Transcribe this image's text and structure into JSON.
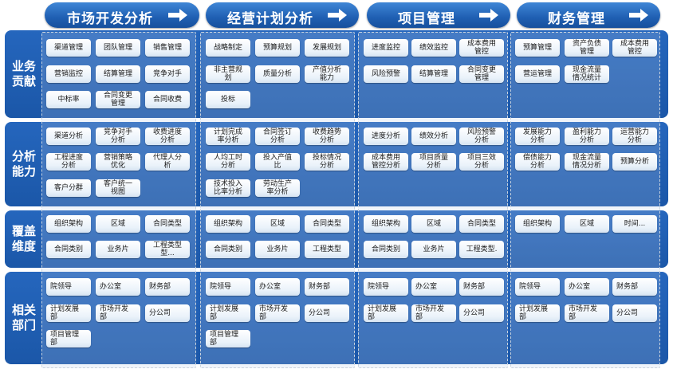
{
  "headers": [
    {
      "label": "市场开发分析"
    },
    {
      "label": "经营计划分析"
    },
    {
      "label": "项目管理"
    },
    {
      "label": "财务管理"
    }
  ],
  "rows": [
    {
      "label": [
        "业务",
        "贡献"
      ]
    },
    {
      "label": [
        "分析",
        "能力"
      ]
    },
    {
      "label": [
        "覆盖",
        "维度"
      ]
    },
    {
      "label": [
        "相关",
        "部门"
      ]
    }
  ],
  "grid": {
    "business": [
      [
        "渠道管理",
        "团队管理",
        "销售管理",
        "营销监控",
        "结算管理",
        "竞争对手",
        "中标率",
        "合同变更\n管理",
        "合同收费"
      ],
      [
        "战略制定",
        "预算规划",
        "发展规划",
        "非主营规\n划",
        "质量分析",
        "产值分析\n能力",
        "投标"
      ],
      [
        "进度监控",
        "绩效监控",
        "成本费用\n管控",
        "风险预警",
        "结算管理",
        "合同变更\n管理"
      ],
      [
        "预算管理",
        "资产负债\n管理",
        "成本费用\n管控",
        "营运管理",
        "现金流量\n情况统计"
      ]
    ],
    "ability": [
      [
        "渠道分析",
        "竞争对手\n分析",
        "收费进度\n分析",
        "工程进度\n分析",
        "营销策略\n优化",
        "代理人分\n析",
        "客户分群",
        "客户统一\n视图"
      ],
      [
        "计划完成\n率分析",
        "合同签订\n分析",
        "收费趋势\n分析",
        "人均工时\n分析",
        "投入产值\n比",
        "投标情况\n分析",
        "技术投入\n比率分析",
        "劳动生产\n率分析"
      ],
      [
        "进度分析",
        "绩效分析",
        "风险预警\n分析",
        "成本费用\n管控分析",
        "项目质量\n分析",
        "项目三效\n分析"
      ],
      [
        "发展能力\n分析",
        "盈利能力\n分析",
        "运营能力\n分析",
        "偿债能力\n分析",
        "现金流量\n情况分析",
        "预算分析"
      ]
    ],
    "dimension": [
      [
        "组织架构",
        "区域",
        "合同类型",
        "合同类别",
        "业务片",
        "工程类型\n型..."
      ],
      [
        "组织架构",
        "区域",
        "合同类型",
        "合同类别",
        "业务片",
        "工程类型"
      ],
      [
        "组织架构",
        "区域",
        "合同类型",
        "合同类别",
        "业务片",
        "工程类型."
      ],
      [
        "组织架构",
        "区域",
        "时间..."
      ]
    ],
    "departments": [
      [
        "院领导",
        "办公室",
        "财务部",
        "计划发展\n部",
        "市场开发\n部",
        "分公司",
        "项目管理\n部"
      ],
      [
        "院领导",
        "办公室",
        "财务部",
        "计划发展\n部",
        "市场开发\n部",
        "分公司",
        "项目管理\n部"
      ],
      [
        "院领导",
        "办公室",
        "财务部",
        "计划发展\n部",
        "市场开发\n部",
        "分公司"
      ],
      [
        "院领导",
        "办公室",
        "财务部",
        "计划发展\n部",
        "市场开发\n部",
        "分公司"
      ]
    ]
  },
  "colors": {
    "header": "#1f5fb2",
    "band": "#1f5ead",
    "cell": "#eaf2fa",
    "label": "#ffffff"
  }
}
